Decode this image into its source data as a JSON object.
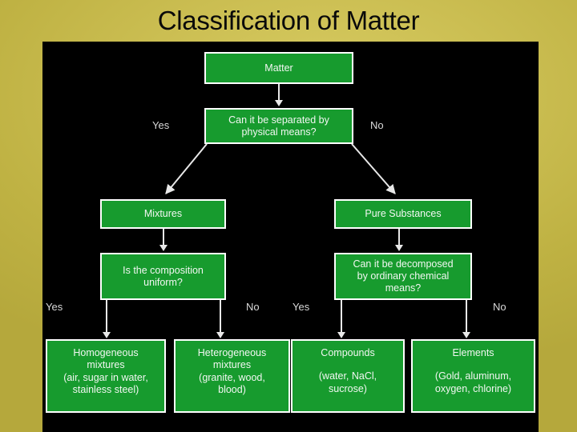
{
  "slide": {
    "title": "Classification of Matter",
    "background_color": "#c2b544",
    "panel_color": "#000000",
    "box_fill_color": "#179b2e",
    "box_border_color": "#ffffff",
    "box_text_color": "#f2f7f2",
    "label_text_color": "#d9d9d9",
    "title_text_color": "#0a0a0a"
  },
  "diagram": {
    "type": "flowchart",
    "nodes": {
      "root": "Matter",
      "decision1": "Can it be separated by\nphysical means?",
      "mixtures": "Mixtures",
      "pure_substances": "Pure Substances",
      "decision2": "Is the composition\nuniform?",
      "decision3": "Can it be decomposed\nby ordinary chemical\nmeans?",
      "homogeneous": "Homogeneous\nmixtures\n(air, sugar in water,\nstainless steel)",
      "heterogeneous": "Heterogeneous\nmixtures\n(granite, wood,\nblood)",
      "compounds": "Compounds\n\n(water, NaCl,\nsucrose)",
      "elements": "Elements\n\n(Gold, aluminum,\noxygen, chlorine)"
    },
    "node_lines": {
      "root": [
        "Matter"
      ],
      "decision1": [
        "Can it be separated by",
        "physical means?"
      ],
      "mixtures": [
        "Mixtures"
      ],
      "pure_substances": [
        "Pure Substances"
      ],
      "decision2": [
        "Is the composition",
        "uniform?"
      ],
      "decision3": [
        "Can it be decomposed",
        "by ordinary chemical",
        "means?"
      ],
      "homogeneous": [
        "Homogeneous",
        "mixtures",
        "(air, sugar in water,",
        "stainless steel)"
      ],
      "heterogeneous": [
        "Heterogeneous",
        "mixtures",
        "(granite, wood,",
        "blood)"
      ],
      "compounds": [
        "Compounds",
        "",
        "(water, NaCl,",
        "sucrose)"
      ],
      "elements": [
        "Elements",
        "",
        "(Gold, aluminum,",
        "oxygen, chlorine)"
      ]
    },
    "edge_labels": {
      "d1_yes": "Yes",
      "d1_no": "No",
      "d2_yes": "Yes",
      "d2_no": "No",
      "d3_yes": "Yes",
      "d3_no": "No"
    }
  }
}
